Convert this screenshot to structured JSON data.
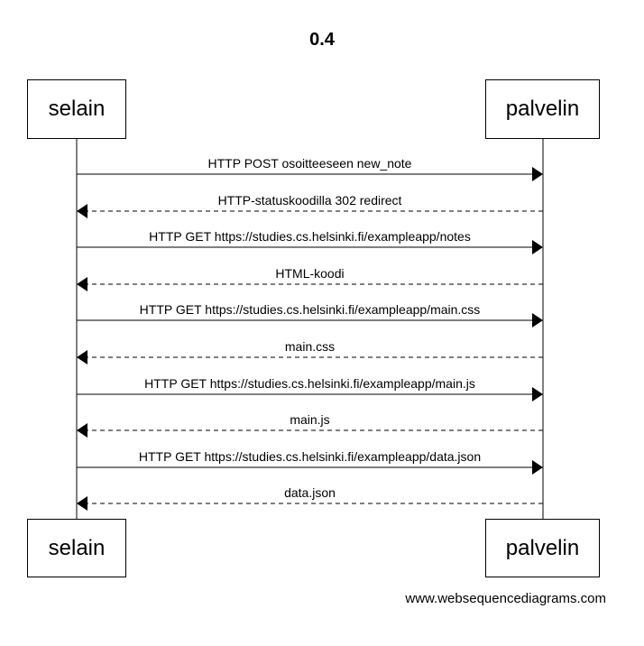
{
  "title": "0.4",
  "participants": [
    {
      "id": "browser",
      "label": "selain"
    },
    {
      "id": "server",
      "label": "palvelin"
    }
  ],
  "messages": [
    {
      "from": "browser",
      "to": "server",
      "style": "solid",
      "label": "HTTP POST osoitteeseen new_note"
    },
    {
      "from": "server",
      "to": "browser",
      "style": "dashed",
      "label": "HTTP-statuskoodilla 302 redirect"
    },
    {
      "from": "browser",
      "to": "server",
      "style": "solid",
      "label": "HTTP GET https://studies.cs.helsinki.fi/exampleapp/notes"
    },
    {
      "from": "server",
      "to": "browser",
      "style": "dashed",
      "label": "HTML-koodi"
    },
    {
      "from": "browser",
      "to": "server",
      "style": "solid",
      "label": "HTTP GET https://studies.cs.helsinki.fi/exampleapp/main.css"
    },
    {
      "from": "server",
      "to": "browser",
      "style": "dashed",
      "label": "main.css"
    },
    {
      "from": "browser",
      "to": "server",
      "style": "solid",
      "label": "HTTP GET https://studies.cs.helsinki.fi/exampleapp/main.js"
    },
    {
      "from": "server",
      "to": "browser",
      "style": "dashed",
      "label": "main.js"
    },
    {
      "from": "browser",
      "to": "server",
      "style": "solid",
      "label": "HTTP GET https://studies.cs.helsinki.fi/exampleapp/data.json"
    },
    {
      "from": "server",
      "to": "browser",
      "style": "dashed",
      "label": "data.json"
    }
  ],
  "footer": "www.websequencediagrams.com"
}
